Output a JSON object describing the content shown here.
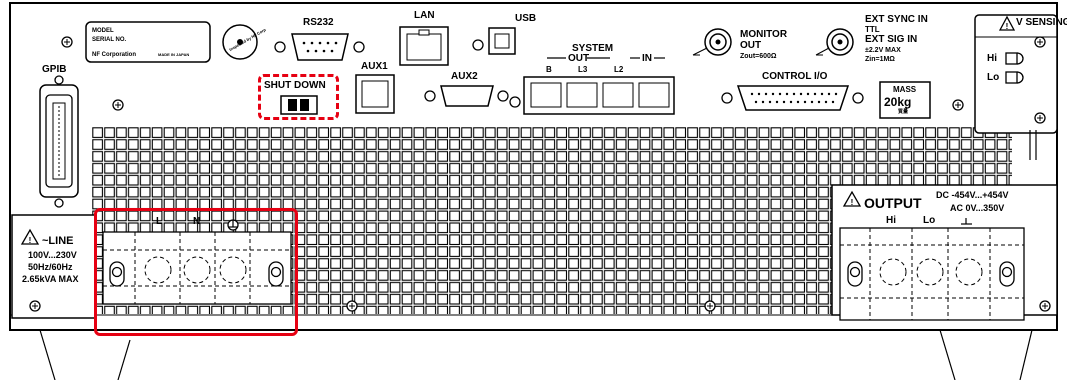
{
  "nameplate": {
    "model": "MODEL",
    "serial": "SERIAL NO.",
    "maker": "NF Corporation",
    "origin": "MADE IN JAPAN",
    "seal_text": "Inspected by NF Corp"
  },
  "ports": {
    "gpib": "GPIB",
    "rs232": "RS232",
    "lan": "LAN",
    "usb": "USB",
    "aux1": "AUX1",
    "aux2": "AUX2",
    "shutdown": "SHUT DOWN",
    "system": "SYSTEM",
    "system_out": "OUT",
    "system_in": "IN",
    "system_ports": [
      "B",
      "L3",
      "L2"
    ],
    "control_io": "CONTROL I/O"
  },
  "monitor": {
    "title1": "MONITOR",
    "title2": "OUT",
    "spec": "Zout=600Ω"
  },
  "ext": {
    "line1": "EXT SYNC IN",
    "line2": "TTL",
    "line3": "EXT SIG IN",
    "line4": "±2.2V MAX",
    "line5": "Zin=1MΩ"
  },
  "vsensing": {
    "title": "V SENSING",
    "hi": "Hi",
    "lo": "Lo"
  },
  "mass": {
    "label": "MASS",
    "value": "20kg",
    "jp": "質量"
  },
  "line_input": {
    "title": "~LINE",
    "voltage": "100V...230V",
    "freq": "50Hz/60Hz",
    "power": "2.65kVA MAX",
    "terminals": [
      "L",
      "N"
    ]
  },
  "output": {
    "title": "OUTPUT",
    "dc": "DC -454V...+454V",
    "ac": "AC 0V...350V",
    "terminals": [
      "Hi",
      "Lo"
    ]
  },
  "colors": {
    "highlight": "#e60012",
    "ink": "#000000"
  }
}
